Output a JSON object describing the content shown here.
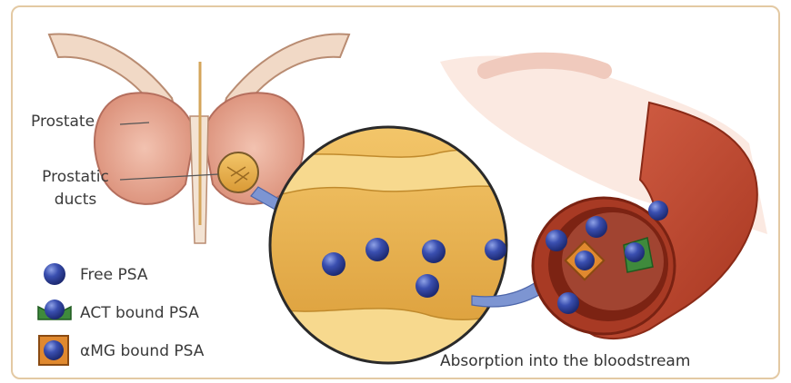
{
  "labels": {
    "prostate": "Prostate",
    "prostatic_ducts_line1": "Prostatic",
    "prostatic_ducts_line2": "ducts"
  },
  "legend": [
    {
      "label": "Free PSA",
      "icon": "blue-dot-icon"
    },
    {
      "label": "ACT bound PSA",
      "icon": "green-bound-dot-icon"
    },
    {
      "label": "αMG bound PSA",
      "icon": "orange-bound-dot-icon"
    }
  ],
  "caption": "Absorption into the bloodstream",
  "colors": {
    "border": "#e3c9a3",
    "psa_blue": "#2d3f9e",
    "act_green": "#3f8a3c",
    "amg_orange": "#c8792c",
    "vessel": "#b9482a",
    "duct_gold": "#e0a844",
    "prostate_pink": "#e7a894",
    "arrow_blue": "#6f88c9"
  }
}
